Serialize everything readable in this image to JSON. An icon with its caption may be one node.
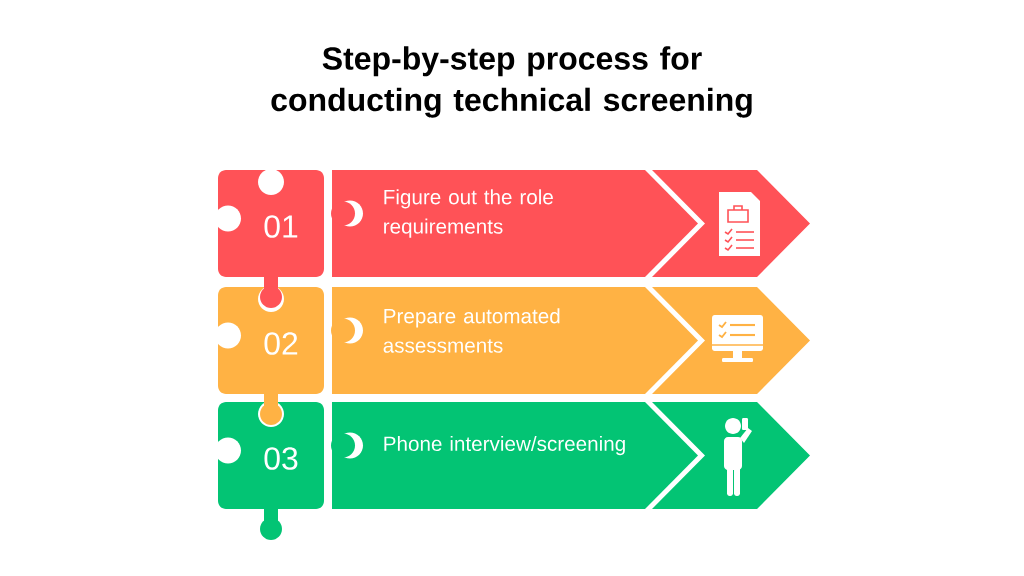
{
  "diagram": {
    "title": "Step-by-step process for conducting technical screening",
    "nodes": [
      {
        "text": [
          "01"
        ]
      },
      {
        "text": [
          "Figure out the role requirements"
        ]
      },
      {
        "text": [
          "02"
        ]
      },
      {
        "text": [
          "Prepare automated assessments"
        ]
      },
      {
        "text": [
          "03"
        ]
      },
      {
        "text": [
          "Phone interview/screening"
        ]
      }
    ]
  }
}
